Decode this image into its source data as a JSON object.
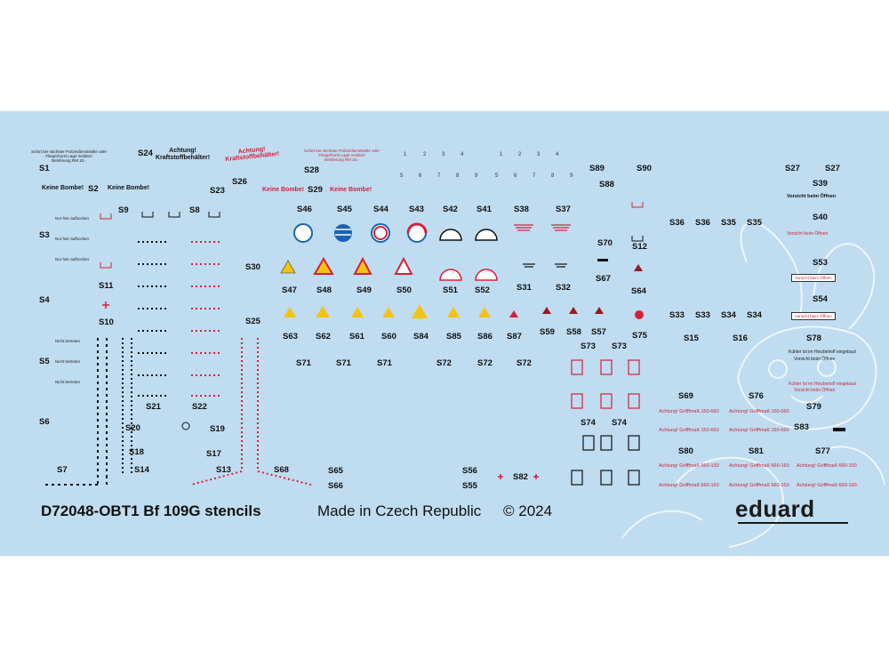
{
  "sheet": {
    "title": "D72048-OBT1 Bf 109G stencils",
    "made_in": "Made in Czech Republic",
    "copyright": "© 2024",
    "brand": "eduard"
  },
  "labels": {
    "S1": "S1",
    "S2": "S2",
    "S3": "S3",
    "S4": "S4",
    "S5": "S5",
    "S6": "S6",
    "S7": "S7",
    "S8": "S8",
    "S9": "S9",
    "S10": "S10",
    "S11": "S11",
    "S12": "S12",
    "S13": "S13",
    "S14": "S14",
    "S15": "S15",
    "S16": "S16",
    "S17": "S17",
    "S18": "S18",
    "S19": "S19",
    "S20": "S20",
    "S21": "S21",
    "S22": "S22",
    "S23": "S23",
    "S24": "S24",
    "S25": "S25",
    "S26": "S26",
    "S27": "S27",
    "S28": "S28",
    "S29": "S29",
    "S30": "S30",
    "S31": "S31",
    "S32": "S32",
    "S33": "S33",
    "S34": "S34",
    "S35": "S35",
    "S36": "S36",
    "S37": "S37",
    "S38": "S38",
    "S39": "S39",
    "S40": "S40",
    "S41": "S41",
    "S42": "S42",
    "S43": "S43",
    "S44": "S44",
    "S45": "S45",
    "S46": "S46",
    "S47": "S47",
    "S48": "S48",
    "S49": "S49",
    "S50": "S50",
    "S51": "S51",
    "S52": "S52",
    "S53": "S53",
    "S54": "S54",
    "S55": "S55",
    "S56": "S56",
    "S57": "S57",
    "S58": "S58",
    "S59": "S59",
    "S60": "S60",
    "S61": "S61",
    "S62": "S62",
    "S63": "S63",
    "S64": "S64",
    "S65": "S65",
    "S66": "S66",
    "S67": "S67",
    "S68": "S68",
    "S69": "S69",
    "S70": "S70",
    "S71": "S71",
    "S72": "S72",
    "S73": "S73",
    "S74": "S74",
    "S75": "S75",
    "S76": "S76",
    "S77": "S77",
    "S78": "S78",
    "S79": "S79",
    "S80": "S80",
    "S81": "S81",
    "S82": "S82",
    "S83": "S83",
    "S84": "S84",
    "S85": "S85",
    "S86": "S86",
    "S87": "S87",
    "S88": "S88",
    "S89": "S89",
    "S90": "S90"
  },
  "texts": {
    "keine_bombe": "Keine Bombe!",
    "achtung": "Achtung!",
    "kraftstoffbehaelter": "Kraftstoffbehälter!",
    "sofort_line1": "Sofort bei nächster Polizeidienststelle oder",
    "sofort_line2": "Fliegerhorst Lage melden!",
    "sofort_line3": "Belohnung RM 10.-",
    "nur_hier_aufbocken": "Nur hier aufbocken",
    "nicht_betreten": "Nicht betreten",
    "vorsicht": "Vorsicht beim Öffnen",
    "kuehler": "Kühler ist im Heizbehelf eingebaut",
    "achtung_griff_1": "Achtung! Grifffmaß 150-660",
    "achtung_griff_2": "Achtung! Grifffmaß 660-150",
    "numbers_top": [
      "1",
      "2",
      "3",
      "4"
    ],
    "numbers_bottom": [
      "5",
      "6",
      "7",
      "8",
      "9"
    ]
  },
  "colors": {
    "sheet": "#bfdcf0",
    "red": "#d6203a",
    "black": "#111111",
    "yellow": "#f2c313"
  }
}
